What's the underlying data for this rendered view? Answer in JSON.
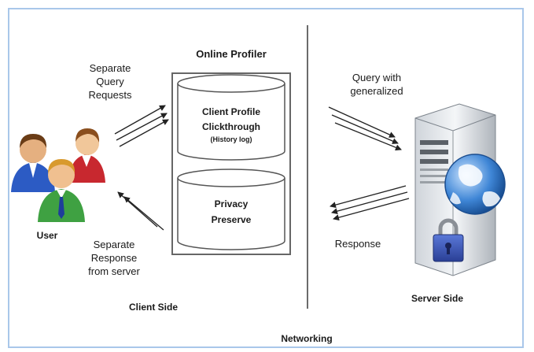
{
  "labels": {
    "online_profiler": "Online Profiler",
    "separate_query_requests": "Separate\nQuery\nRequests",
    "client_profile": "Client Profile",
    "clickthrough": "Clickthrough",
    "history_log": "(History log)",
    "privacy": "Privacy",
    "preserve": "Preserve",
    "user": "User",
    "separate_response": "Separate\nResponse\nfrom server",
    "client_side": "Client Side",
    "query_with": "Query with\ngeneralized",
    "response": "Response",
    "server_side": "Server Side",
    "networking": "Networking"
  },
  "icons": {
    "users": "user-group-icon",
    "server": "server-icon",
    "globe": "globe-icon",
    "lock": "padlock-icon",
    "database": "database-cylinder-icon"
  },
  "colors": {
    "frame_border": "#a9c7ea",
    "divider": "#6b6b6b",
    "text": "#1a1a1a"
  }
}
